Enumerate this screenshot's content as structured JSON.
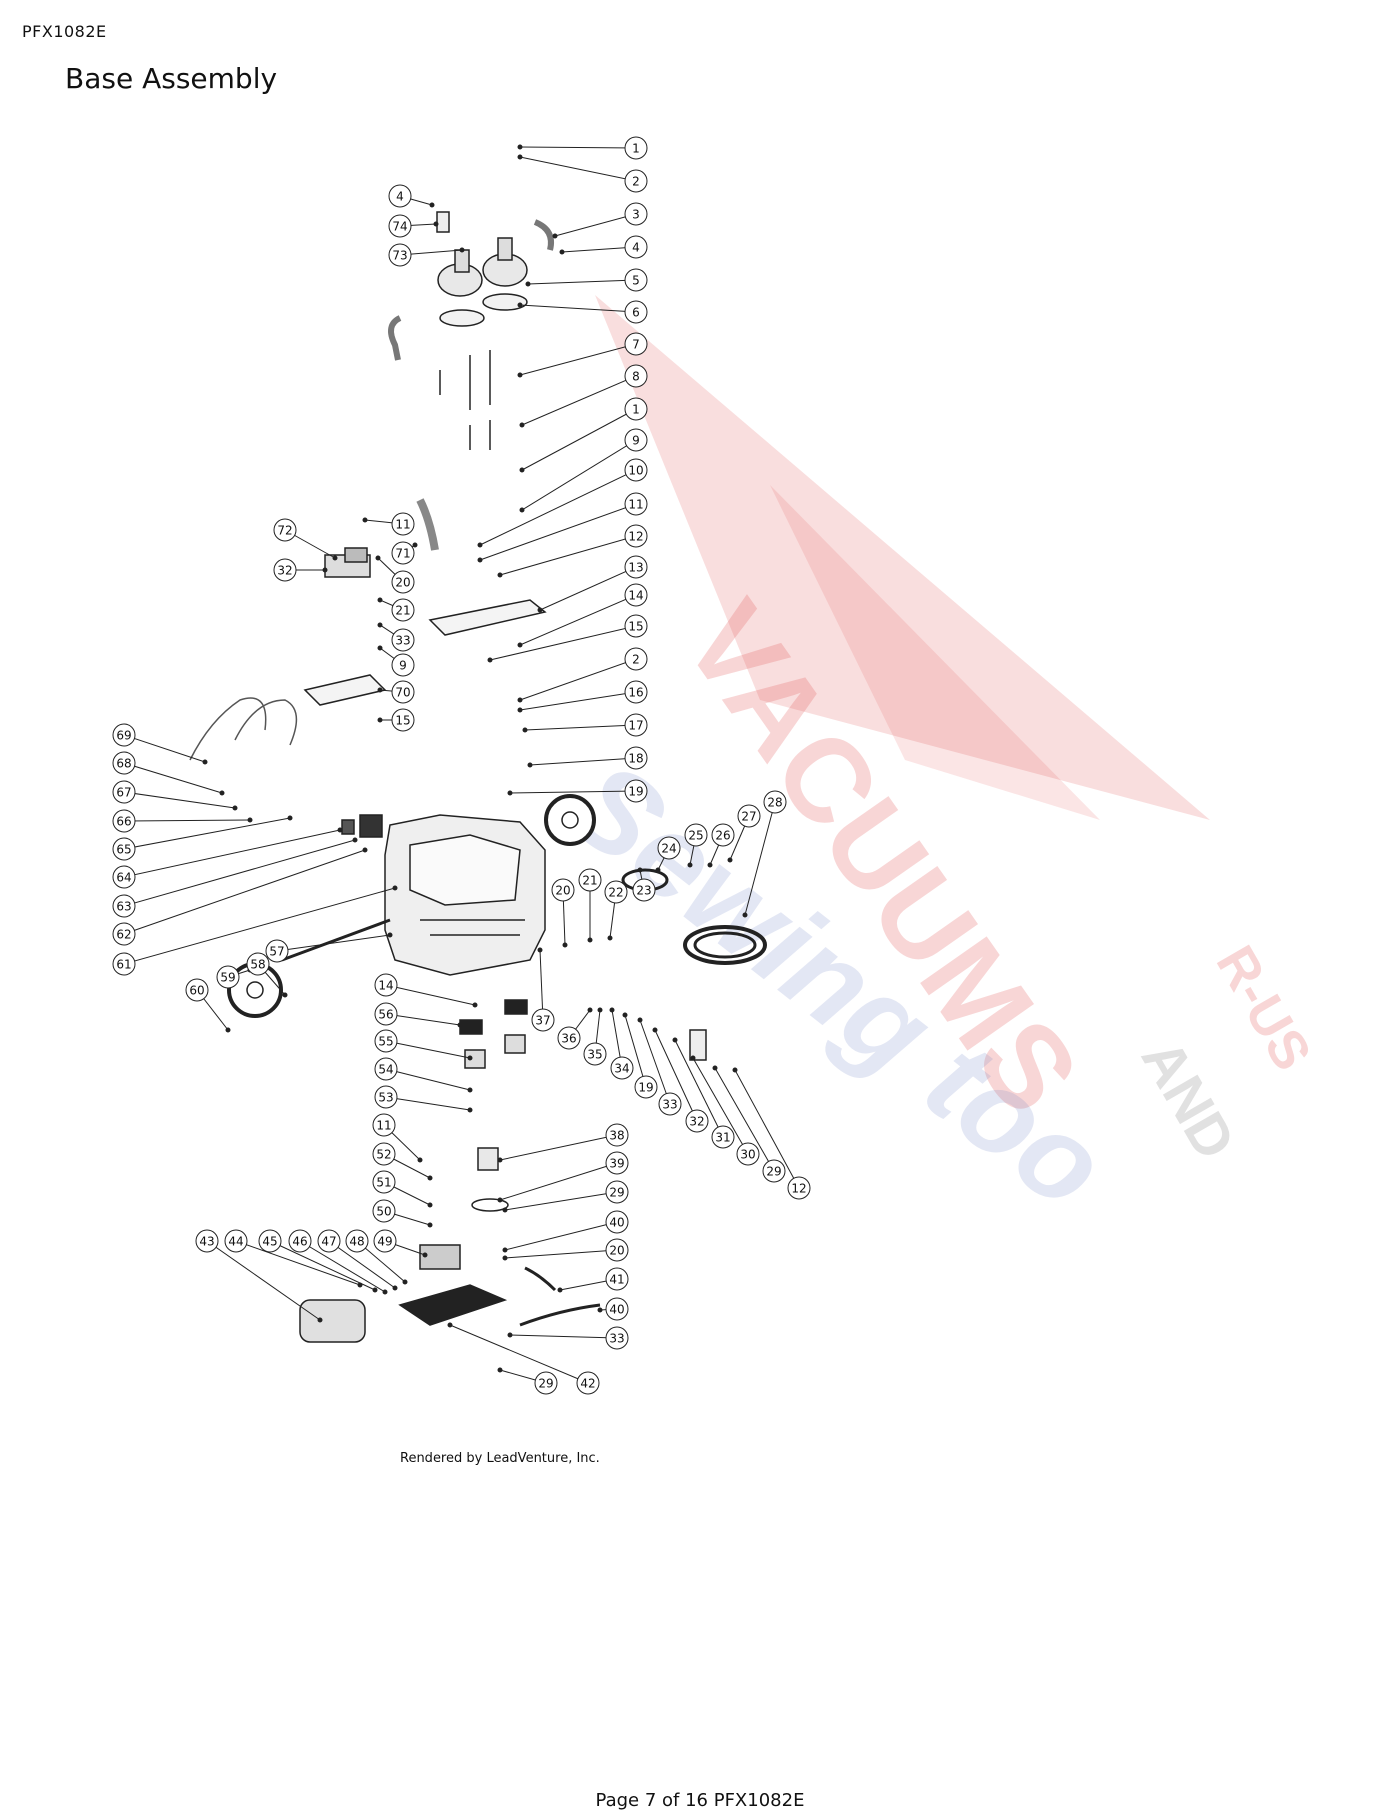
{
  "header": {
    "doc_code": "PFX1082E",
    "title": "Base Assembly"
  },
  "diagram": {
    "credit": "Rendered by LeadVenture, Inc.",
    "callouts": [
      {
        "id": "c1",
        "label": "1"
      },
      {
        "id": "c2",
        "label": "2"
      },
      {
        "id": "c3",
        "label": "3"
      },
      {
        "id": "c4",
        "label": "4"
      },
      {
        "id": "c5",
        "label": "5"
      },
      {
        "id": "c6",
        "label": "6"
      },
      {
        "id": "c7",
        "label": "7"
      },
      {
        "id": "c8",
        "label": "8"
      },
      {
        "id": "c1b",
        "label": "1"
      },
      {
        "id": "c9",
        "label": "9"
      },
      {
        "id": "c10",
        "label": "10"
      },
      {
        "id": "c11",
        "label": "11"
      },
      {
        "id": "c12",
        "label": "12"
      },
      {
        "id": "c13",
        "label": "13"
      },
      {
        "id": "c14",
        "label": "14"
      },
      {
        "id": "c15",
        "label": "15"
      },
      {
        "id": "c2b",
        "label": "2"
      },
      {
        "id": "c16",
        "label": "16"
      },
      {
        "id": "c17",
        "label": "17"
      },
      {
        "id": "c18",
        "label": "18"
      },
      {
        "id": "c19",
        "label": "19"
      },
      {
        "id": "c4b",
        "label": "4"
      },
      {
        "id": "c74",
        "label": "74"
      },
      {
        "id": "c73",
        "label": "73"
      },
      {
        "id": "c11b",
        "label": "11"
      },
      {
        "id": "c72",
        "label": "72"
      },
      {
        "id": "c71",
        "label": "71"
      },
      {
        "id": "c32",
        "label": "32"
      },
      {
        "id": "c20",
        "label": "20"
      },
      {
        "id": "c21",
        "label": "21"
      },
      {
        "id": "c33",
        "label": "33"
      },
      {
        "id": "c9b",
        "label": "9"
      },
      {
        "id": "c70",
        "label": "70"
      },
      {
        "id": "c15b",
        "label": "15"
      },
      {
        "id": "c69",
        "label": "69"
      },
      {
        "id": "c68",
        "label": "68"
      },
      {
        "id": "c67",
        "label": "67"
      },
      {
        "id": "c66",
        "label": "66"
      },
      {
        "id": "c65",
        "label": "65"
      },
      {
        "id": "c64",
        "label": "64"
      },
      {
        "id": "c63",
        "label": "63"
      },
      {
        "id": "c62",
        "label": "62"
      },
      {
        "id": "c61",
        "label": "61"
      },
      {
        "id": "c60",
        "label": "60"
      },
      {
        "id": "c59",
        "label": "59"
      },
      {
        "id": "c58",
        "label": "58"
      },
      {
        "id": "c57",
        "label": "57"
      },
      {
        "id": "c20b",
        "label": "20"
      },
      {
        "id": "c21b",
        "label": "21"
      },
      {
        "id": "c22",
        "label": "22"
      },
      {
        "id": "c23",
        "label": "23"
      },
      {
        "id": "c24",
        "label": "24"
      },
      {
        "id": "c25",
        "label": "25"
      },
      {
        "id": "c26",
        "label": "26"
      },
      {
        "id": "c27",
        "label": "27"
      },
      {
        "id": "c28",
        "label": "28"
      },
      {
        "id": "c37",
        "label": "37"
      },
      {
        "id": "c14b",
        "label": "14"
      },
      {
        "id": "c56",
        "label": "56"
      },
      {
        "id": "c55",
        "label": "55"
      },
      {
        "id": "c54",
        "label": "54"
      },
      {
        "id": "c53",
        "label": "53"
      },
      {
        "id": "c36",
        "label": "36"
      },
      {
        "id": "c35",
        "label": "35"
      },
      {
        "id": "c34",
        "label": "34"
      },
      {
        "id": "c19b",
        "label": "19"
      },
      {
        "id": "c33b",
        "label": "33"
      },
      {
        "id": "c32b",
        "label": "32"
      },
      {
        "id": "c31",
        "label": "31"
      },
      {
        "id": "c30",
        "label": "30"
      },
      {
        "id": "c29",
        "label": "29"
      },
      {
        "id": "c12b",
        "label": "12"
      },
      {
        "id": "c11c",
        "label": "11"
      },
      {
        "id": "c52",
        "label": "52"
      },
      {
        "id": "c51",
        "label": "51"
      },
      {
        "id": "c50",
        "label": "50"
      },
      {
        "id": "c38",
        "label": "38"
      },
      {
        "id": "c39",
        "label": "39"
      },
      {
        "id": "c29b",
        "label": "29"
      },
      {
        "id": "c40",
        "label": "40"
      },
      {
        "id": "c20c",
        "label": "20"
      },
      {
        "id": "c41",
        "label": "41"
      },
      {
        "id": "c40b",
        "label": "40"
      },
      {
        "id": "c33c",
        "label": "33"
      },
      {
        "id": "c43",
        "label": "43"
      },
      {
        "id": "c44",
        "label": "44"
      },
      {
        "id": "c45",
        "label": "45"
      },
      {
        "id": "c46",
        "label": "46"
      },
      {
        "id": "c47",
        "label": "47"
      },
      {
        "id": "c48",
        "label": "48"
      },
      {
        "id": "c49",
        "label": "49"
      },
      {
        "id": "c29c",
        "label": "29"
      },
      {
        "id": "c42",
        "label": "42"
      }
    ]
  },
  "watermark": {
    "line1": "VACUUMS",
    "line2": "R-US",
    "line3": "AND",
    "line4": "Sewing too",
    "colors": {
      "red": "#e04a4a",
      "blue": "#6b7fc4",
      "gray": "#8a8a8a"
    }
  },
  "footer": {
    "page_label": "Page 7 of 16 PFX1082E"
  }
}
